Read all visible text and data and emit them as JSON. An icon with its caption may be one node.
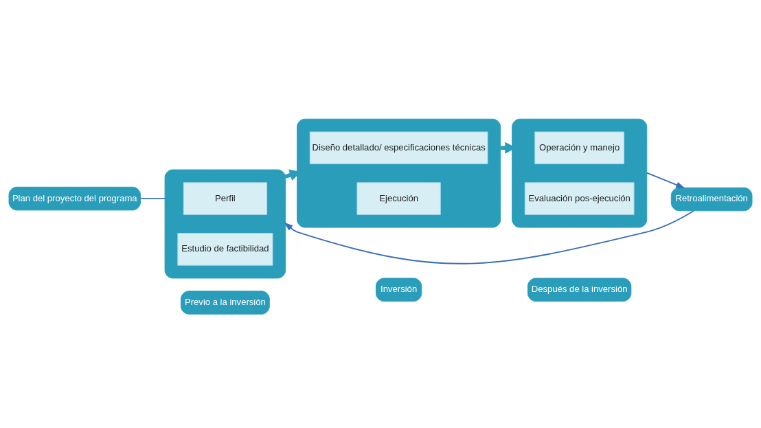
{
  "diagram": {
    "nodes": [
      {
        "text": [
          "Previo a la inversión"
        ]
      },
      {
        "text": [
          "Inversión"
        ]
      },
      {
        "text": [
          "Después de la inversión"
        ]
      },
      {
        "text": [
          "Plan del proyecto del programa"
        ]
      },
      {
        "text": [],
        "shape": "box"
      },
      {
        "text": [
          "Perfil"
        ],
        "in": 4
      },
      {
        "text": [
          "Estudio de factibilidad"
        ],
        "in": 4
      },
      {
        "text": [],
        "shape": "box"
      },
      {
        "text": [
          "Diseño detallado/ especificaciones técnicas"
        ],
        "in": 7
      },
      {
        "text": [
          "Ejecución"
        ],
        "in": 7
      },
      {
        "text": [],
        "shape": "box"
      },
      {
        "text": [
          "Operación y manejo"
        ],
        "in": 10
      },
      {
        "text": [
          "Evaluación pos-ejecución"
        ],
        "in": 10
      },
      {
        "text": [
          "Retroalimentación"
        ]
      }
    ],
    "edges": [
      {
        "from": 3,
        "to": 4,
        "arrow": "none"
      },
      {
        "from": 4,
        "to": 7,
        "arrow": "to",
        "style": "thick"
      },
      {
        "from": 7,
        "to": 10,
        "arrow": "to",
        "style": "thick"
      },
      {
        "from": 10,
        "to": 13,
        "arrow": "to"
      },
      {
        "from": 13,
        "to": 4,
        "arrow": "to"
      }
    ]
  }
}
